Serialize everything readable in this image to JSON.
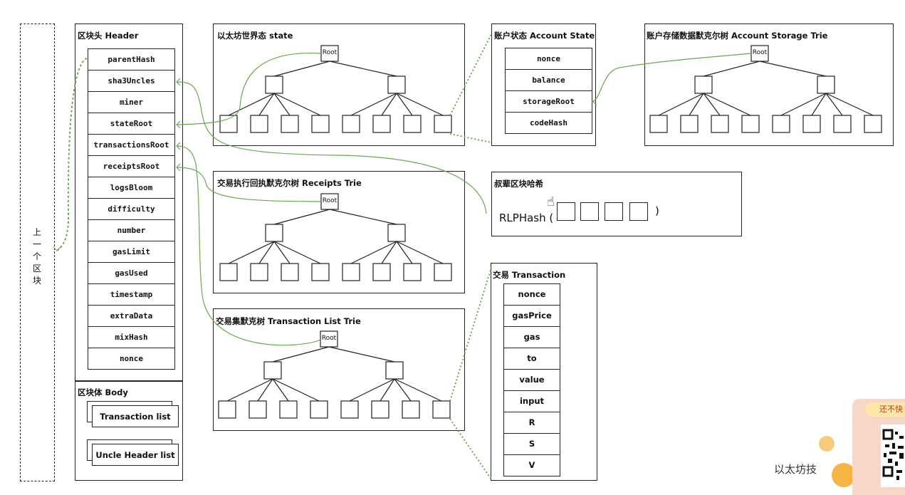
{
  "prev_block_label": [
    "上",
    "一",
    "个",
    "区",
    "块"
  ],
  "header": {
    "title": "区块头 Header",
    "fields": [
      "parentHash",
      "sha3Uncles",
      "miner",
      "stateRoot",
      "transactionsRoot",
      "receiptsRoot",
      "logsBloom",
      "difficulty",
      "number",
      "gasLimit",
      "gasUsed",
      "timestamp",
      "extraData",
      "mixHash",
      "nonce"
    ]
  },
  "body": {
    "title": "区块体 Body",
    "items": [
      "Transaction list",
      "Uncle Header list"
    ]
  },
  "state_trie": {
    "title": "以太坊世界态 state",
    "root": "Root"
  },
  "receipts_trie": {
    "title": "交易执行回执默克尔树 Receipts Trie",
    "root": "Root"
  },
  "tx_trie": {
    "title": "交易集默克树 Transaction List Trie",
    "root": "Root"
  },
  "account_state": {
    "title": "账户状态 Account State",
    "fields": [
      "nonce",
      "balance",
      "storageRoot",
      "codeHash"
    ]
  },
  "storage_trie": {
    "title": "账户存储数据默克尔树 Account Storage Trie",
    "root": "Root"
  },
  "uncles": {
    "title": "叔辈区块哈希",
    "rlp_label": "RLPHash (",
    "rlp_close": ")"
  },
  "transaction": {
    "title": "交易 Transaction",
    "fields": [
      "nonce",
      "gasPrice",
      "gas",
      "to",
      "value",
      "input",
      "R",
      "S",
      "V"
    ]
  },
  "ad": {
    "pill": "还不快",
    "watermark": "以太坊技"
  },
  "colors": {
    "link": "#6aaa4f",
    "border": "#222222"
  }
}
